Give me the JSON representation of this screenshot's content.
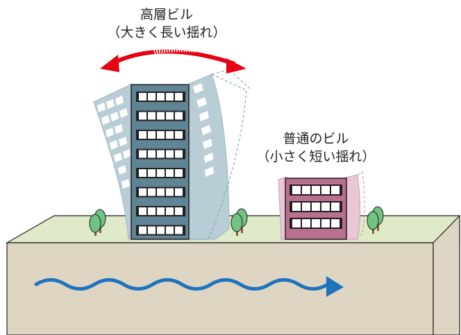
{
  "tall_building": {
    "title": "高層ビル",
    "subtitle": "（大きく長い揺れ）",
    "color": "#5f8494",
    "shadow_color": "#b9cdd6"
  },
  "normal_building": {
    "title": "普通のビル",
    "subtitle": "（小さく短い揺れ）",
    "color": "#b86f90",
    "shadow_color": "#e9c7d6"
  },
  "colors": {
    "sway_arrow": "#e60012",
    "wave": "#1e73be",
    "ground_top": "#dfeac8",
    "ground_side": "#ded5c3",
    "tree": "#71c381"
  },
  "icons": [
    "sway-arrow-icon",
    "seismic-wave-icon",
    "tree-icon"
  ]
}
